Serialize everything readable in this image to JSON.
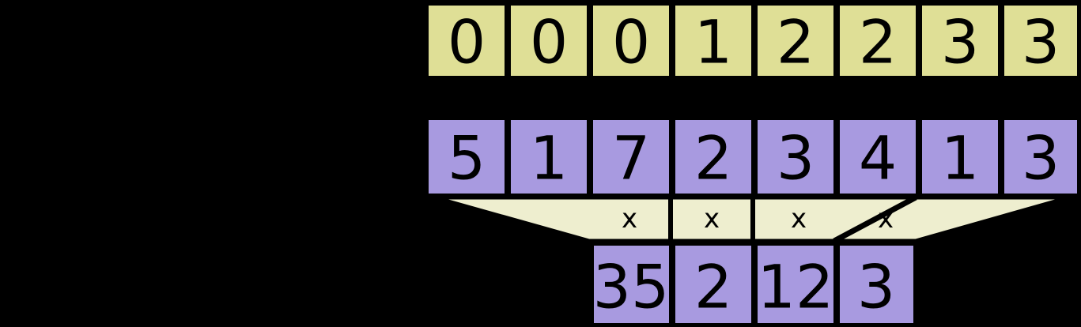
{
  "diagram": {
    "title": "Segmented reduction over value array",
    "background_color": "#000000",
    "stroke_color": "#000000",
    "colors": {
      "segment_row_fill": "#dfdf96",
      "value_row_fill": "#a89ae0",
      "connector_fill": "#eeeecf",
      "output_row_fill": "#a89ae0",
      "text": "#000000"
    },
    "rows": {
      "segment_ids": {
        "label": "segment-id-row",
        "fill": "#dfdf96",
        "cells": [
          "0",
          "0",
          "0",
          "1",
          "2",
          "2",
          "3",
          "3"
        ]
      },
      "values": {
        "label": "value-row",
        "fill": "#a89ae0",
        "cells": [
          "5",
          "1",
          "7",
          "2",
          "3",
          "4",
          "1",
          "3"
        ]
      },
      "connector": {
        "label": "operator-band",
        "fill": "#eeeecf",
        "operators": [
          "x",
          "x",
          "x",
          "x"
        ]
      },
      "output": {
        "label": "result-row",
        "fill": "#a89ae0",
        "cells": [
          "35",
          "2",
          "12",
          "3"
        ]
      }
    }
  }
}
